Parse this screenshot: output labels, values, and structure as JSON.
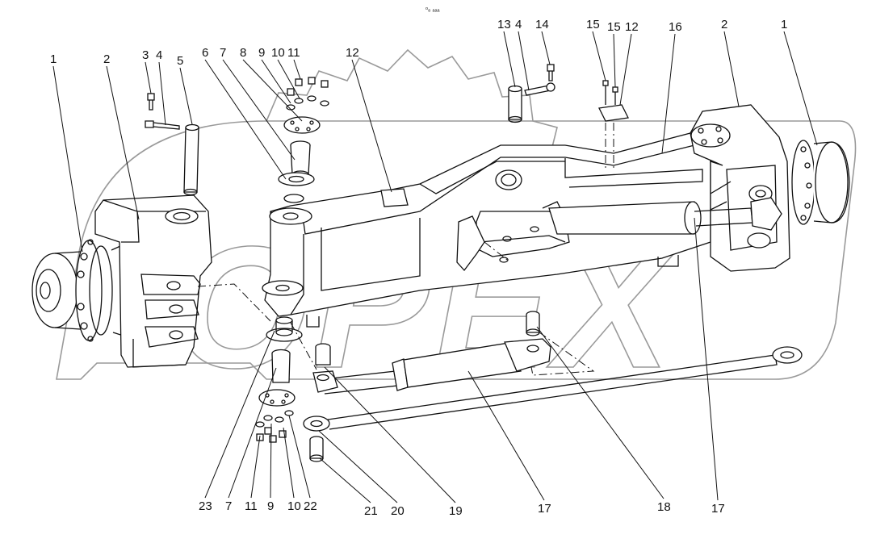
{
  "diagram": {
    "header_mark": "ᵒ₈ ₐₐₐ",
    "watermark": "OPEX",
    "callouts_top": [
      "1",
      "2",
      "3",
      "4",
      "5",
      "6",
      "7",
      "8",
      "9",
      "10",
      "11",
      "12",
      "13",
      "4",
      "14",
      "15",
      "15",
      "12",
      "16",
      "2",
      "1"
    ],
    "callouts_bottom": [
      "23",
      "7",
      "11",
      "9",
      "10",
      "22",
      "21",
      "20",
      "19",
      "17",
      "18",
      "17"
    ],
    "colors": {
      "line": "#111111",
      "watermark": "#9a9a9a",
      "background": "#ffffff"
    }
  }
}
